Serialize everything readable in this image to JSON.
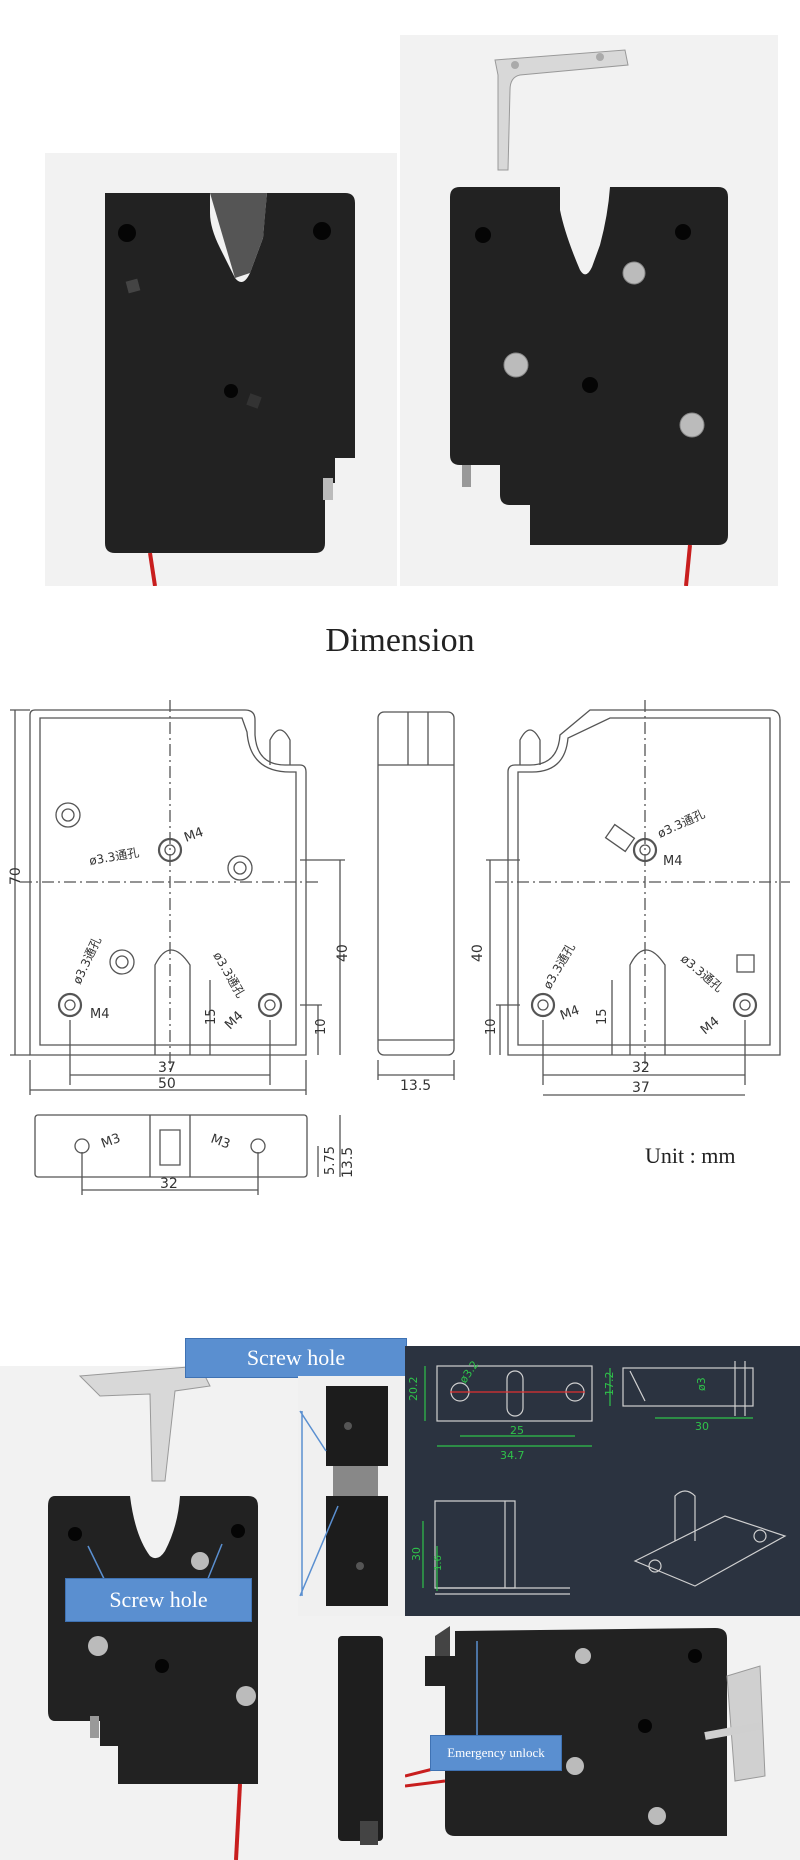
{
  "heading": "Dimension",
  "unit_note": "Unit : mm",
  "drawing": {
    "dims": {
      "d70": "70",
      "d40a": "40",
      "d10a": "10",
      "d15a": "15",
      "d37a": "37",
      "d50": "50",
      "d13_5a": "13.5",
      "d40b": "40",
      "d10b": "10",
      "d15b": "15",
      "d32a": "32",
      "d37b": "37",
      "d32b": "32",
      "d5_75": "5.75",
      "d13_5b": "13.5"
    },
    "labels": {
      "m4": "M4",
      "m3": "M3",
      "hole": "ø3.3通孔"
    }
  },
  "callouts": {
    "screw_hole_top": "Screw hole",
    "screw_hole_mid": "Screw hole",
    "emergency": "Emergency unlock"
  },
  "cad": {
    "d20_2": "20.2",
    "d3_2": "ø3.2",
    "d25": "25",
    "d34_7": "34.7",
    "d17_2": "17.2",
    "d3": "ø3",
    "d30a": "30",
    "d30b": "30",
    "d1_6": "1.6"
  },
  "colors": {
    "lock_body": "#222222",
    "callout": "#5a8fd0",
    "cad_bg": "#2b3340",
    "cad_line": "#2fc24a"
  }
}
